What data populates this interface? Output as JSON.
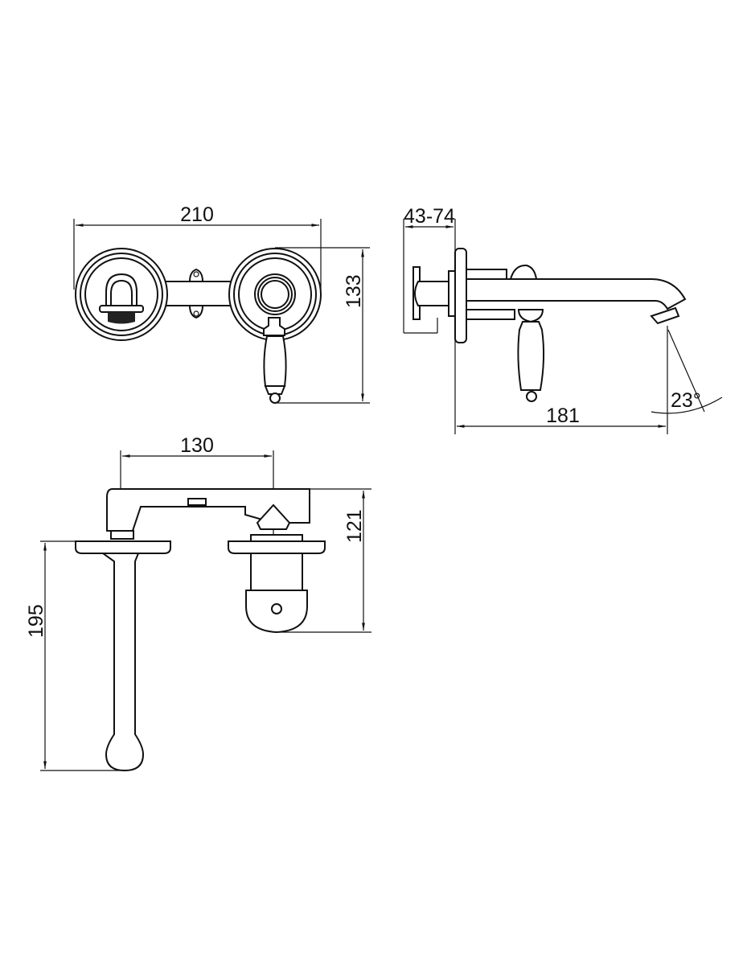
{
  "drawing": {
    "front_view": {
      "width_label": "210",
      "height_label": "133"
    },
    "side_view": {
      "depth_label": "43-74",
      "projection_label": "181",
      "angle_label": "23°"
    },
    "top_view": {
      "spacing_label": "130",
      "body_depth_label": "121",
      "spout_length_label": "195"
    }
  }
}
